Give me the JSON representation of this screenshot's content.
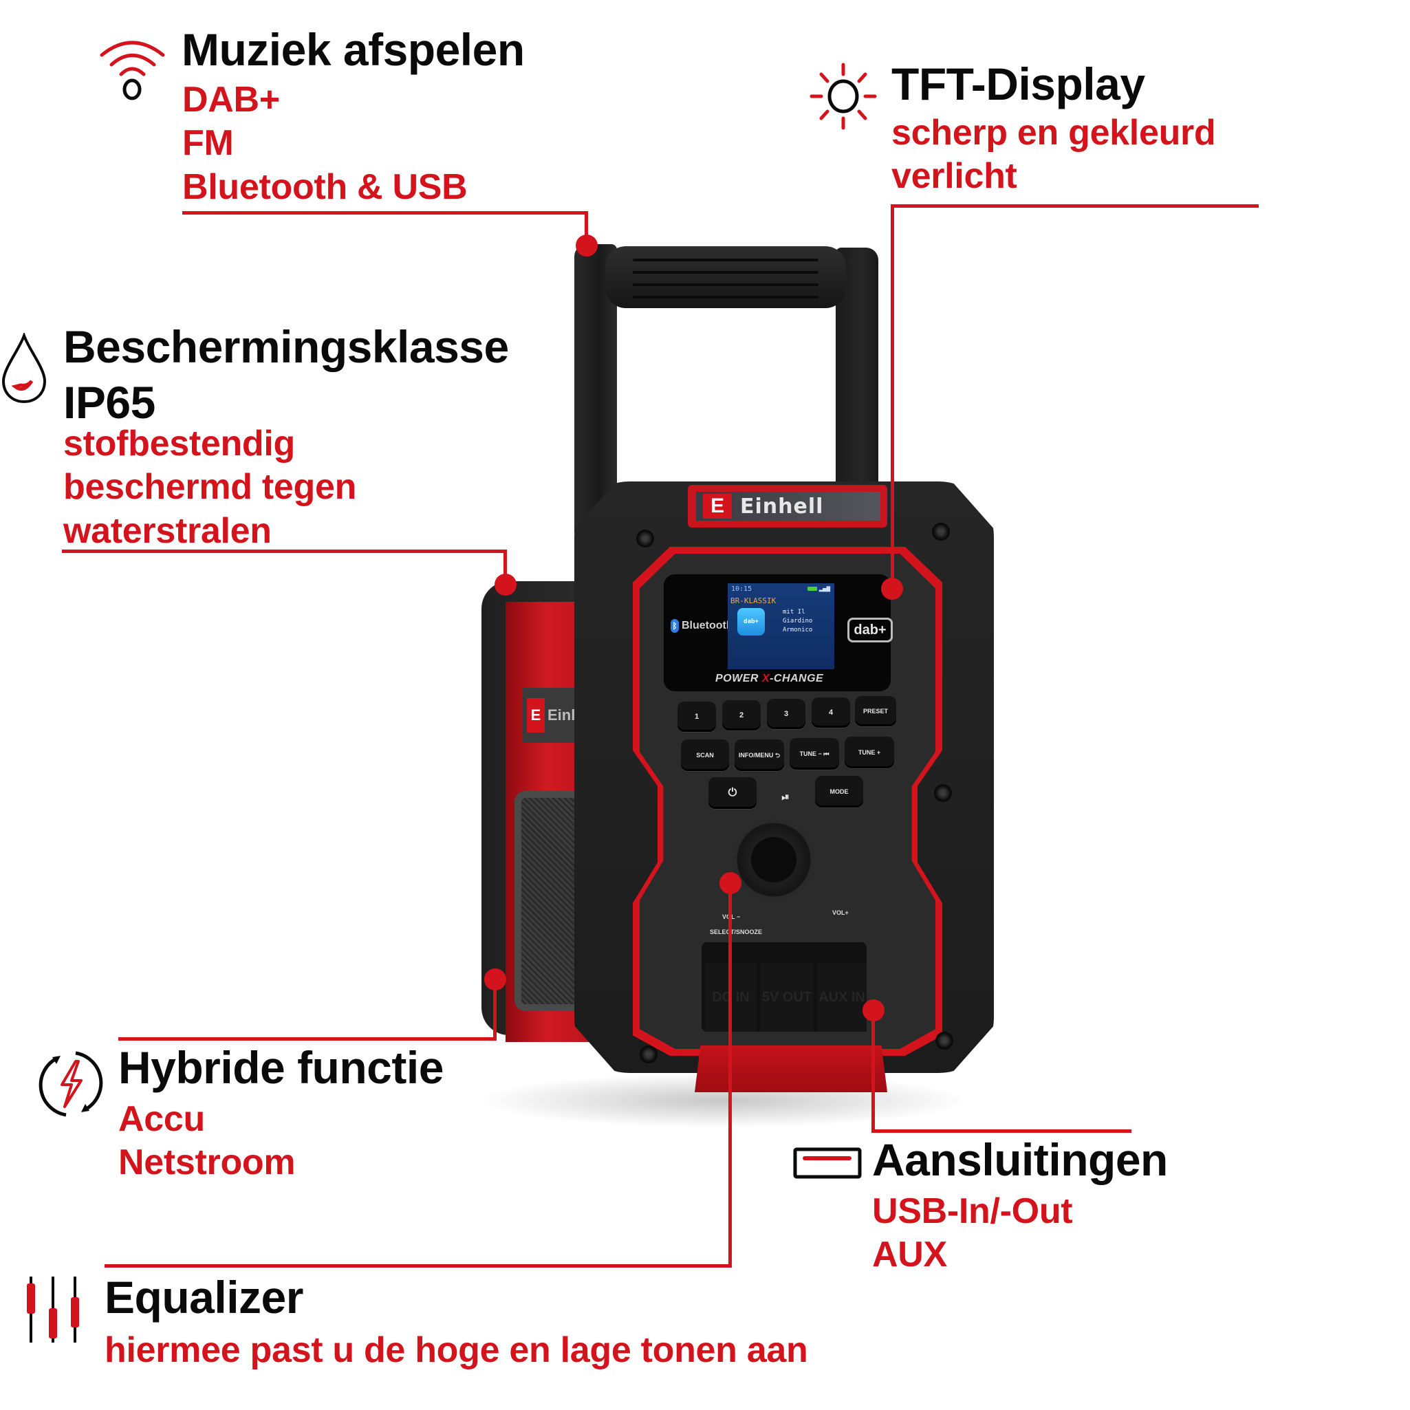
{
  "colors": {
    "accent_red": "#d4141c",
    "title_black": "#0a0a0a",
    "background": "#ffffff"
  },
  "features": {
    "music": {
      "icon": "wifi-signal-icon",
      "title": "Muziek afspelen",
      "lines": [
        "DAB+",
        "FM",
        "Bluetooth & USB"
      ]
    },
    "display": {
      "icon": "sun-brightness-icon",
      "title": "TFT-Display",
      "lines": [
        "scherp en gekleurd",
        "verlicht"
      ]
    },
    "protection": {
      "icon": "water-drop-icon",
      "title_line1": "Beschermingsklasse",
      "title_line2": "IP65",
      "lines": [
        "stofbestendig",
        "beschermd tegen",
        "waterstralen"
      ]
    },
    "hybrid": {
      "icon": "hybrid-power-cycle-icon",
      "title": "Hybride functie",
      "lines": [
        "Accu",
        "Netstroom"
      ]
    },
    "connections": {
      "icon": "port-slot-icon",
      "title": "Aansluitingen",
      "lines": [
        "USB-In/-Out",
        "AUX"
      ]
    },
    "equalizer": {
      "icon": "equalizer-sliders-icon",
      "title": "Equalizer",
      "lines": [
        "hiermee past u de hoge en lage tonen aan"
      ]
    }
  },
  "product": {
    "brand": "Einhell",
    "brand_mark": "E",
    "side_brand": "Einhel",
    "bluetooth_label": "Bluetooth",
    "dab_logo": "dab+",
    "power_x_change": {
      "part1": "POWER ",
      "x": "X",
      "part2": "-CHANGE"
    },
    "screen": {
      "time": "10:15",
      "station": "BR-KLASSIK",
      "app_icon": "dab+",
      "info": "mit Il\nGiardino\nArmonico"
    },
    "buttons": {
      "row1": [
        "1",
        "2",
        "3",
        "4",
        "PRESET"
      ],
      "row2": [
        "SCAN",
        "INFO/MENU ⮌",
        "TUNE − ⏮",
        "TUNE +"
      ],
      "power": "⏻",
      "play_pause": "⏯",
      "mode": "MODE"
    },
    "knob_labels": {
      "vol_minus": "VOL −",
      "vol_plus": "VOL+",
      "select_snooze": "SELECT/SNOOZE"
    },
    "ports": [
      "DC IN",
      "5V OUT",
      "AUX IN"
    ]
  }
}
